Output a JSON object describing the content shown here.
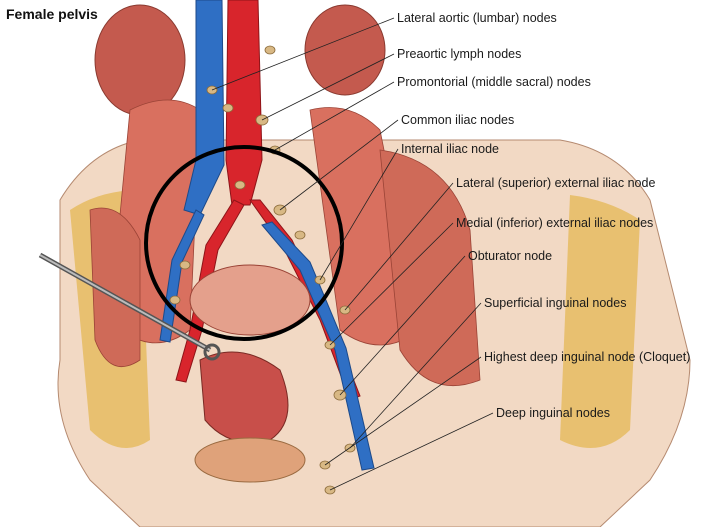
{
  "title": "Female pelvis",
  "labels": [
    "Lateral aortic (lumbar) nodes",
    "Preaortic lymph nodes",
    "Promontorial (middle sacral) nodes",
    "Common iliac nodes",
    "Internal iliac node",
    "Lateral (superior) external iliac node",
    "Medial (inferior) external iliac nodes",
    "Obturator node",
    "Superficial inguinal nodes",
    "Highest deep inguinal node (Cloquet)",
    "Deep inguinal nodes"
  ],
  "colors": {
    "background": "#ffffff",
    "muscle": "#d9705f",
    "fat": "#e8c070",
    "artery": "#d8252c",
    "vein": "#2f6fc4",
    "node": "#d8b884",
    "leader_line": "#222222",
    "highlight_circle": "#000000"
  }
}
